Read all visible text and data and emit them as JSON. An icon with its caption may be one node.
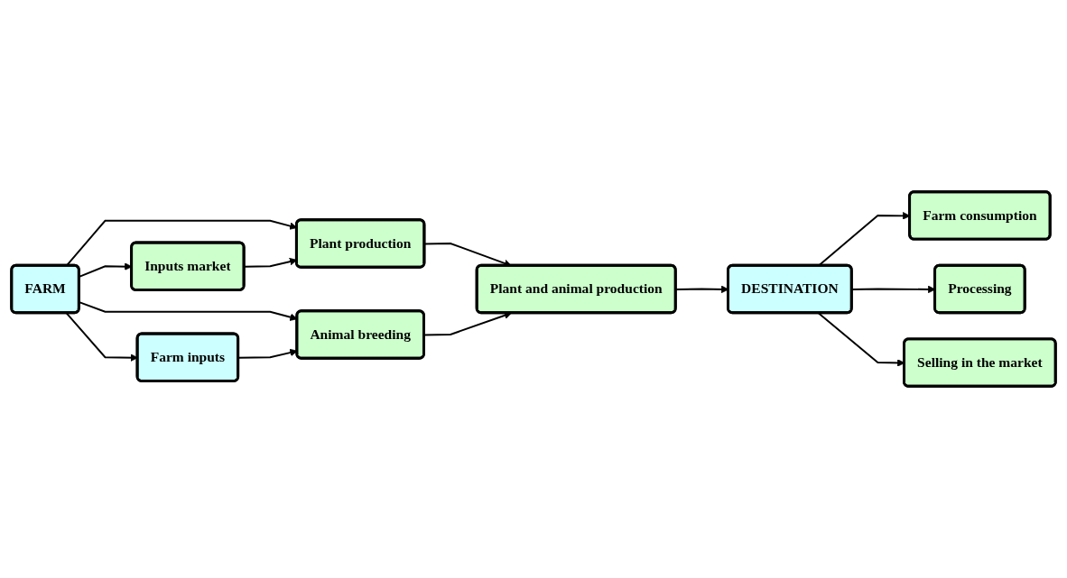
{
  "diagram": {
    "nodes": [
      {
        "text": [
          "FARM"
        ]
      },
      {
        "text": [
          "Inputs market"
        ]
      },
      {
        "text": [
          "Plant production"
        ]
      },
      {
        "text": [
          "Animal breeding"
        ]
      },
      {
        "text": [
          "Farm inputs"
        ]
      },
      {
        "text": [
          "Plant and animal production"
        ]
      },
      {
        "text": [
          "DESTINATION"
        ]
      },
      {
        "text": [
          "Farm consumption"
        ]
      },
      {
        "text": [
          "Processing"
        ]
      },
      {
        "text": [
          "Selling in the market"
        ]
      }
    ],
    "edges": [
      {
        "from": 0,
        "to": 1,
        "arrow": "to"
      },
      {
        "from": 0,
        "to": 2,
        "arrow": "to"
      },
      {
        "from": 0,
        "to": 3,
        "arrow": "to"
      },
      {
        "from": 0,
        "to": 4,
        "arrow": "to"
      },
      {
        "from": 1,
        "to": 2,
        "arrow": "to"
      },
      {
        "from": 4,
        "to": 3,
        "arrow": "to"
      },
      {
        "from": 2,
        "to": 5,
        "arrow": "to"
      },
      {
        "from": 3,
        "to": 5,
        "arrow": "to"
      },
      {
        "from": 5,
        "to": 6,
        "arrow": "to"
      },
      {
        "from": 6,
        "to": 7,
        "arrow": "to"
      },
      {
        "from": 6,
        "to": 8,
        "arrow": "to"
      },
      {
        "from": 6,
        "to": 9,
        "arrow": "to"
      }
    ]
  }
}
